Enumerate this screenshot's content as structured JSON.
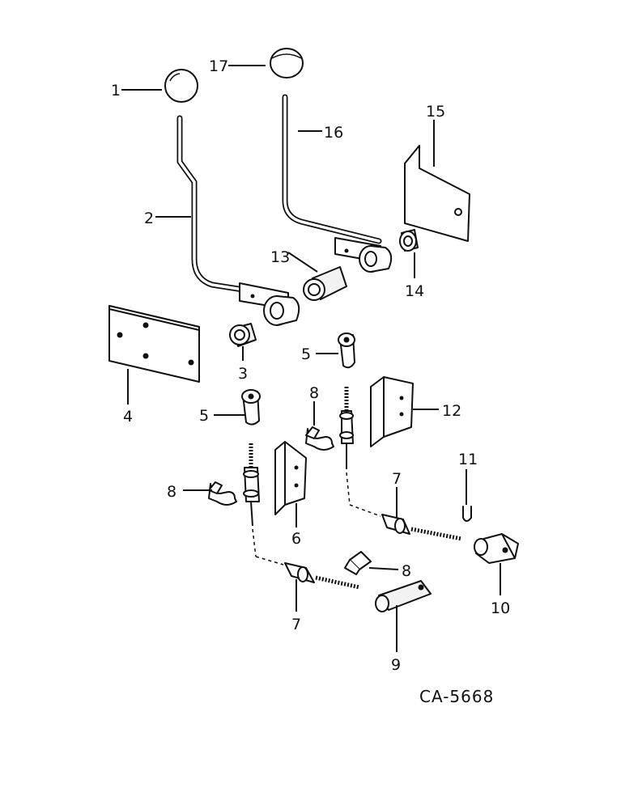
{
  "callouts": [
    "1",
    "2",
    "3",
    "4",
    "5",
    "5",
    "6",
    "7",
    "7",
    "8",
    "8",
    "8",
    "9",
    "10",
    "11",
    "12",
    "13",
    "14",
    "15",
    "16",
    "17"
  ],
  "drawing_code": "CA-5668"
}
